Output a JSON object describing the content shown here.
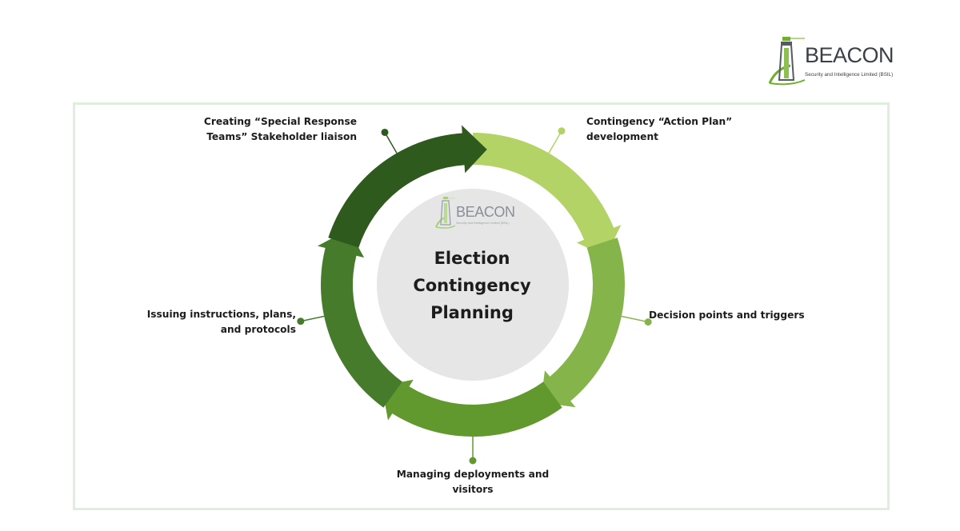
{
  "logo": {
    "name": "BEACON",
    "tagline": "Security and Intelligence Limited (BSIL)",
    "icon": "lighthouse-icon"
  },
  "diagram": {
    "center_title": "Election Contingency Planning",
    "stages": [
      {
        "label": "Contingency “Action Plan” development",
        "color": "#b3d366"
      },
      {
        "label": "Decision points and triggers",
        "color": "#85b44a"
      },
      {
        "label": "Managing deployments and visitors",
        "color": "#62992f"
      },
      {
        "label": "Issuing instructions, plans, and protocols",
        "color": "#467b2c"
      },
      {
        "label": "Creating “Special Response Teams” Stakeholder liaison",
        "color": "#2f5a1e"
      }
    ]
  },
  "colors": {
    "frame_border": "#dfeedd",
    "inner_circle": "#e6e6e6",
    "text": "#1c1c1c"
  }
}
